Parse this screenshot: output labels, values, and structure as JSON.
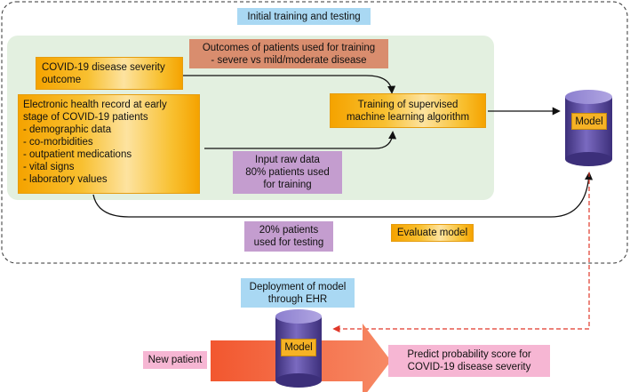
{
  "training_section": {
    "title": "Initial training and testing",
    "outcome_box": "COVID-19 disease severity outcome",
    "ehr_box": [
      "Electronic health record at early",
      "stage of COVID-19 patients",
      "- demographic data",
      "- co-morbidities",
      "- outpatient medications",
      "- vital signs",
      "- laboratory values"
    ],
    "outcomes_label": [
      "Outcomes of patients used for training",
      "- severe vs mild/moderate disease"
    ],
    "training_box": [
      "Training of supervised",
      "machine learning algorithm"
    ],
    "input_label": [
      "Input raw data",
      "80% patients used",
      "for training"
    ],
    "testing_label": [
      "20% patients",
      "used for testing"
    ],
    "evaluate_label": "Evaluate model",
    "model_label": "Model"
  },
  "deployment_section": {
    "title": [
      "Deployment of model",
      "through EHR"
    ],
    "new_patient_label": "New patient",
    "model_label": "Model",
    "predict_label": [
      "Predict probability score for",
      "COVID-19 disease severity"
    ]
  },
  "colors": {
    "orange": "#f8c030",
    "blue": "#a9d8f3",
    "green_panel": "#e3f0e0",
    "purple": "#c49dcf",
    "salmon": "#d98d6e",
    "pink": "#f6b6d3",
    "cylinder": "#5b4c9e",
    "red_arrow": "#f06a4d",
    "dashed_red": "#e0382a"
  }
}
